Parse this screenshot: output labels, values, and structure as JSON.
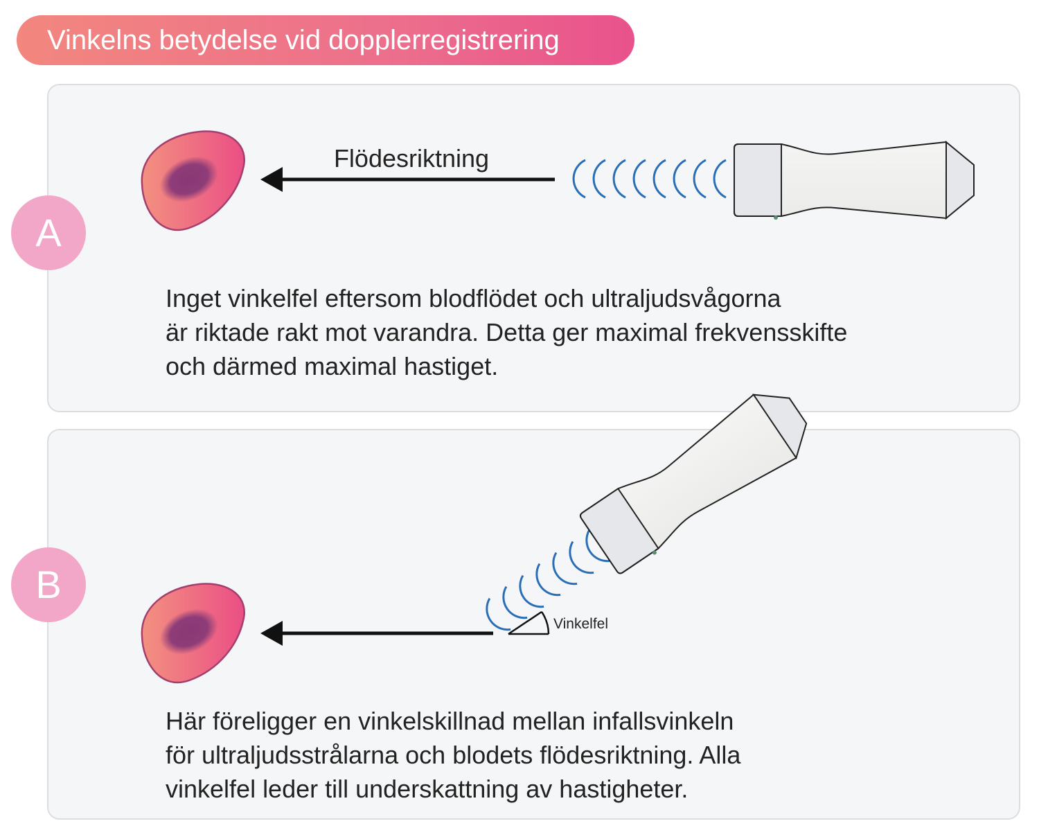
{
  "title": "Vinkelns betydelse vid dopplerregistrering",
  "panel_a": {
    "badge": "A",
    "arrow_label": "Flödesriktning",
    "description_lines": [
      "Inget vinkelfel eftersom blodflödet och ultraljudsvågorna",
      "är riktade rakt mot varandra. Detta ger maximal frekvensskifte",
      "och därmed maximal hastiget."
    ]
  },
  "panel_b": {
    "badge": "B",
    "angle_label": "Vinkelfel",
    "description_lines": [
      "Här föreligger en vinkelskillnad mellan infallsvinkeln",
      "för ultraljudsstrålarna och blodets flödesriktning. Alla",
      "vinkelfel leder till underskattning av hastigheter."
    ]
  },
  "colors": {
    "title_gradient_start": "#f2877e",
    "title_gradient_end": "#e9528c",
    "badge": "#f2a6c8",
    "wave": "#2a6fb5",
    "cell_outer": "#ea5f86",
    "cell_nucleus": "#8b3a78"
  },
  "icons": [
    "red-blood-cell-icon",
    "ultrasound-probe-icon",
    "sound-wave-icon",
    "arrow-left-icon"
  ]
}
